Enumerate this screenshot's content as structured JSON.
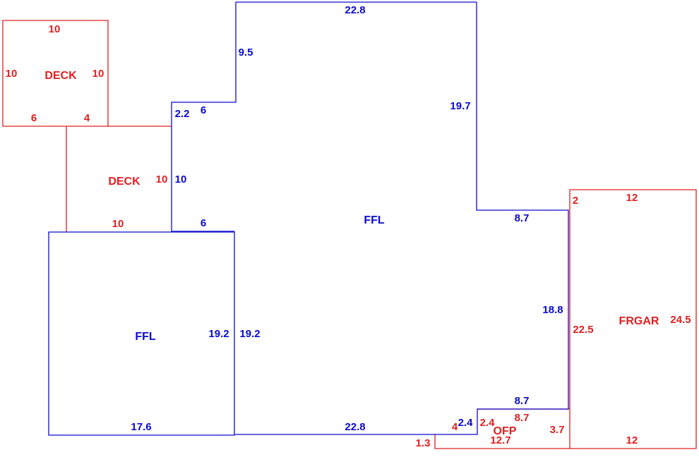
{
  "colors": {
    "ffl": "#0a0ad0",
    "other": "#e02020",
    "background": "#ffffff"
  },
  "areas": {
    "deck_top": "DECK",
    "deck_mid": "DECK",
    "ffl_left": "FFL",
    "ffl_main": "FFL",
    "frgar": "FRGAR",
    "ofp": "OFP"
  },
  "dims": {
    "deck_top_top": "10",
    "deck_top_left": "10",
    "deck_top_right": "10",
    "deck_top_bottom_a": "6",
    "deck_top_bottom_b": "4",
    "deck_mid_right": "10",
    "deck_mid_bottom": "10",
    "ffl_left_right": "19.2",
    "ffl_left_bottom": "17.6",
    "ffl_main_top": "22.8",
    "ffl_main_left_upper": "9.5",
    "ffl_main_step_v": "2.2",
    "ffl_main_step_h": "6",
    "ffl_main_left_mid": "10",
    "ffl_main_inner_h": "6",
    "ffl_main_inner_v": "19.2",
    "ffl_main_right_upper": "19.7",
    "ffl_main_notch_h": "8.7",
    "ffl_main_right_lower": "18.8",
    "ffl_main_lower_h": "8.7",
    "ffl_main_bottom": "22.8",
    "ffl_main_bottom_step": "2.4",
    "frgar_top_small": "2",
    "frgar_top": "12",
    "frgar_left": "22.5",
    "frgar_right": "24.5",
    "frgar_bottom": "12",
    "ofp_top": "8.7",
    "ofp_left": "2.4",
    "ofp_right": "3.7",
    "ofp_bottom": "12.7",
    "ofp_small_left": "1.3",
    "ofp_small_v": "4"
  }
}
